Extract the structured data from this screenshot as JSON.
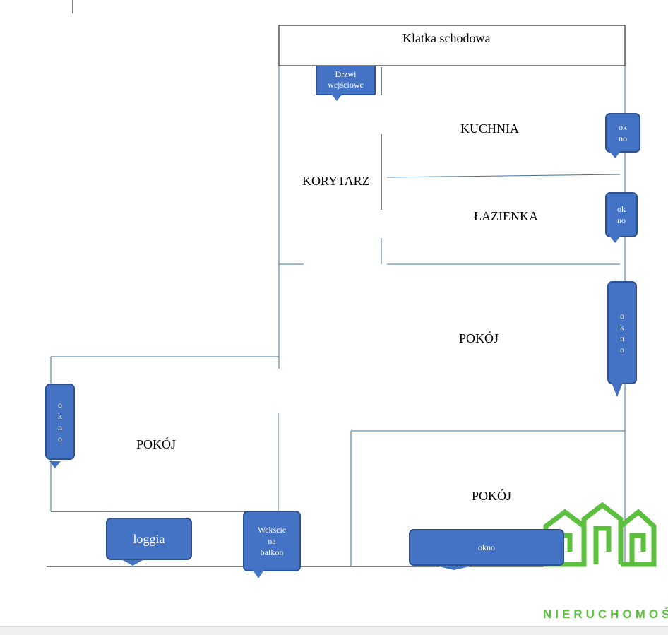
{
  "plan": {
    "stairwell": "Klatka schodowa",
    "entrance_door": "Drzwi wejściowe",
    "rooms": {
      "kitchen": "KUCHNIA",
      "corridor": "KORYTARZ",
      "bathroom": "ŁAZIENKA",
      "room_right_middle": "POKÓJ",
      "room_left": "POKÓJ",
      "room_bottom_right": "POKÓJ"
    },
    "windows": {
      "kitchen_window": [
        "ok",
        "no"
      ],
      "bathroom_window": [
        "ok",
        "no"
      ],
      "room_right_window": [
        "o",
        "k",
        "n",
        "o"
      ],
      "room_left_window": [
        "o",
        "k",
        "n",
        "o"
      ],
      "bottom_window": "okno"
    },
    "loggia": "loggia",
    "balcony_entrance": [
      "Wekście",
      "na",
      "balkon"
    ]
  },
  "brand": {
    "name": "NIERUCHOMOŚCI",
    "logo_color": "#5cbf3e"
  },
  "colors": {
    "callout_fill": "#4472c4",
    "callout_border": "#2f528f",
    "wall_line": "#41719c"
  }
}
